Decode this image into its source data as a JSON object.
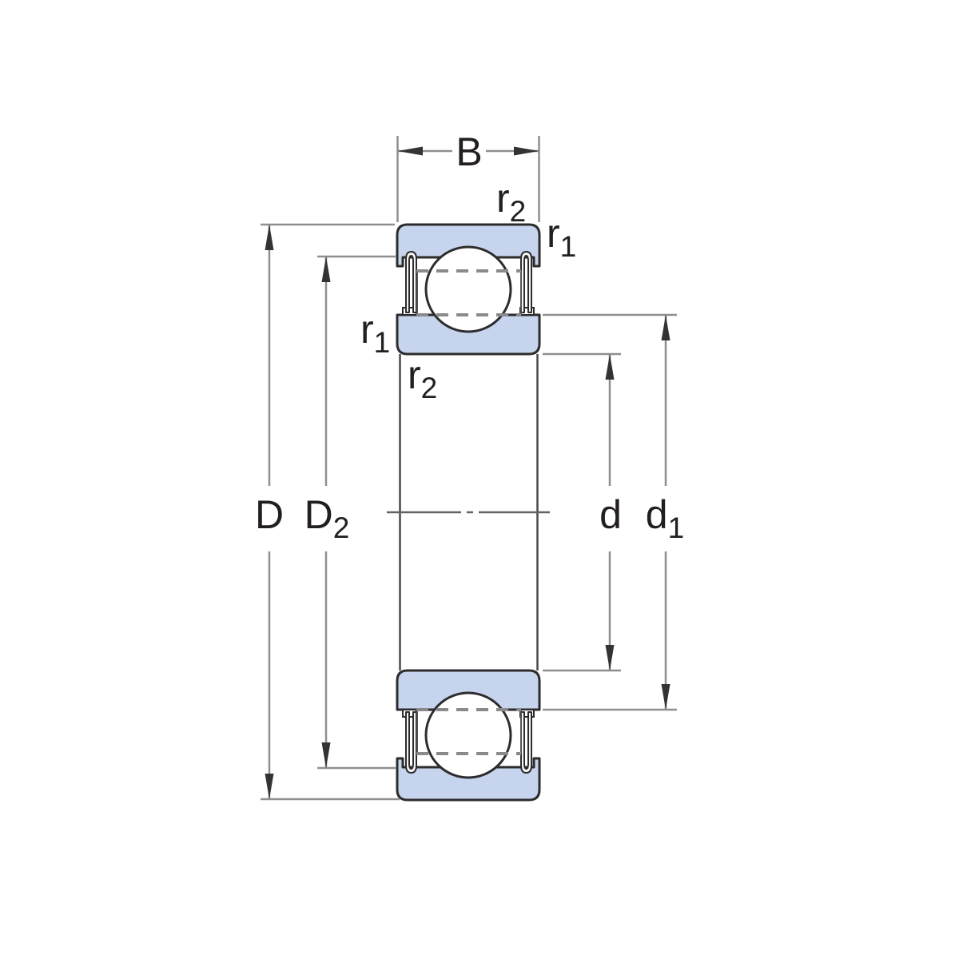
{
  "labels": {
    "width": "B",
    "outer_diameter": "D",
    "recess_main": "D",
    "recess_sub": "2",
    "bore": "d",
    "shoulder_main": "d",
    "shoulder_sub": "1",
    "r1_main": "r",
    "r1_sub": "1",
    "r2_main": "r",
    "r2_sub": "2"
  },
  "colors": {
    "background": "#ffffff",
    "ring_fill": "#c7d4ee",
    "outline": "#2c2c2c",
    "shield_fill": "#f4f4f4",
    "dim_line": "#8f8f8f",
    "arrow": "#333333",
    "hidden_line": "#8a8a8a",
    "bore_line": "#4a4a4a",
    "centerline": "#636363",
    "text": "#231f20"
  }
}
